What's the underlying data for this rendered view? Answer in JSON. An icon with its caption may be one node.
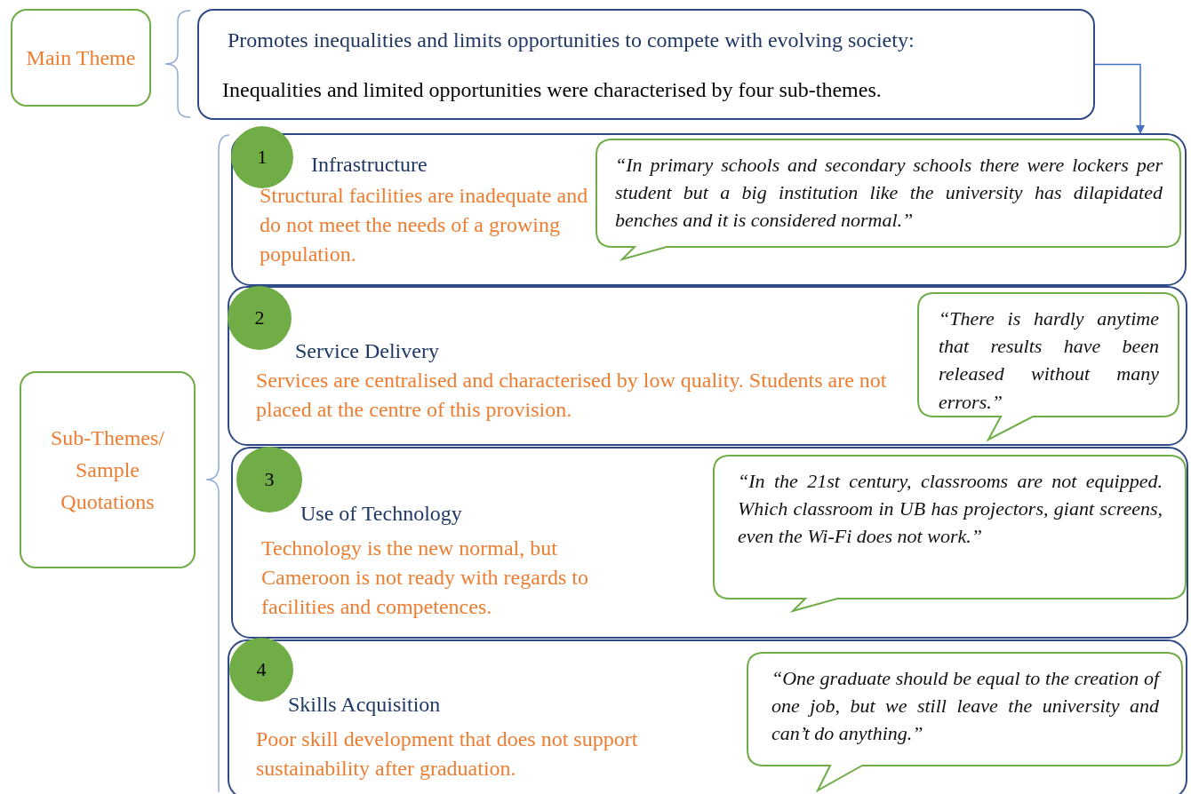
{
  "diagram": {
    "nodes": [
      {
        "text": [
          "Main Theme"
        ]
      },
      {
        "text": [
          "Promotes inequalities and limits opportunities to compete with evolving society:",
          "Inequalities and limited opportunities were characterised by four sub-themes."
        ]
      },
      {
        "text": [
          "Sub-Themes/ Sample Quotations"
        ]
      },
      {
        "text": [
          "Infrastructure",
          "Structural facilities are inadequate and do not meet the needs of a growing population."
        ]
      },
      {
        "text": [
          "1"
        ],
        "in": 3
      },
      {
        "text": [
          "“In primary schools and secondary schools there were lockers per student but a big institution like the university has dilapidated benches and it is considered normal.”"
        ],
        "in": 3
      },
      {
        "text": [
          "Service Delivery",
          "Services are centralised and characterised by low quality. Students are not placed at the centre of this provision."
        ]
      },
      {
        "text": [
          "2"
        ],
        "in": 6
      },
      {
        "text": [
          "“There is hardly anytime that results have been released without many errors.”"
        ],
        "in": 6
      },
      {
        "text": [
          "Use of Technology",
          "Technology is the new normal, but Cameroon is not ready with regards to facilities and competences."
        ]
      },
      {
        "text": [
          "3"
        ],
        "in": 9
      },
      {
        "text": [
          "“In the 21st century, classrooms are not equipped. Which classroom in UB has projectors, giant screens, even the Wi-Fi does not work.”"
        ],
        "in": 9
      },
      {
        "text": [
          "Skills Acquisition",
          "Poor skill development that does not support sustainability after graduation."
        ]
      },
      {
        "text": [
          "4"
        ],
        "in": 12
      },
      {
        "text": [
          "“One graduate should be equal to the creation of one job, but we still leave the university and can’t do anything.”"
        ],
        "in": 12
      }
    ],
    "edges": [
      {
        "from": 1,
        "to": 3,
        "arrow": "to"
      }
    ]
  }
}
